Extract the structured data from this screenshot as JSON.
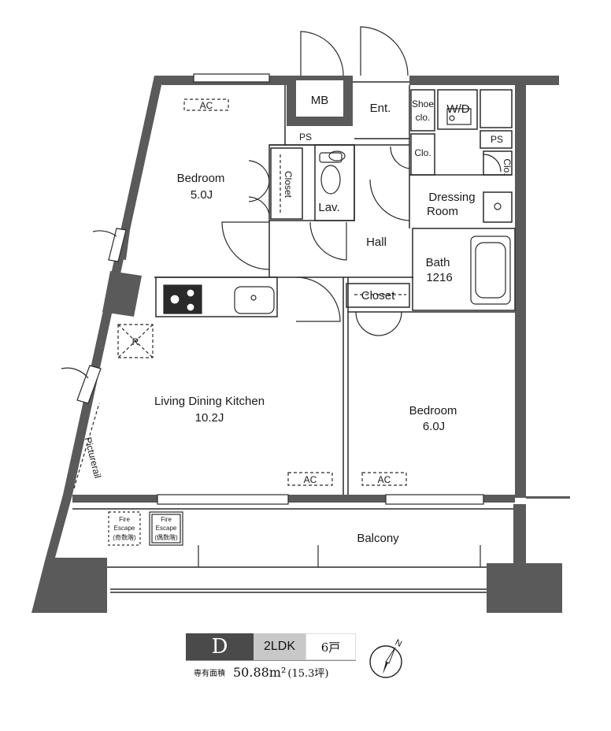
{
  "rooms": {
    "bedroom1_name": "Bedroom",
    "bedroom1_size": "5.0J",
    "bedroom2_name": "Bedroom",
    "bedroom2_size": "6.0J",
    "ldk_name": "Living Dining Kitchen",
    "ldk_size": "10.2J",
    "hall": "Hall",
    "dressing_line1": "Dressing",
    "dressing_line2": "Room",
    "bath_line1": "Bath",
    "bath_line2": "1216",
    "balcony": "Balcony",
    "lav": "Lav.",
    "entrance": "Ent.",
    "mb": "MB",
    "wd": "W/D"
  },
  "storage": {
    "closet_vertical": "Closet",
    "closet_hall": "Closet",
    "shoe_line1": "Shoe",
    "shoe_line2": "clo.",
    "clo": "Clo.",
    "clo_small": "Clo.",
    "ps_top": "PS",
    "ps_right": "PS"
  },
  "fixtures": {
    "ac1": "AC",
    "ac2": "AC",
    "ac3": "AC",
    "range_hood": "R",
    "picture_rail": "Picturerail",
    "fire_escape_1a": "Fire",
    "fire_escape_1b": "Escape",
    "fire_escape_1c": "(奇数階)",
    "fire_escape_2a": "Fire",
    "fire_escape_2b": "Escape",
    "fire_escape_2c": "(偶数階)"
  },
  "compass": "N",
  "unit_info": {
    "type": "D",
    "layout": "2LDK",
    "units": "6戸",
    "area_label": "専有面積",
    "area_value": "50.88m²",
    "area_tsubo": "(15.3坪)"
  },
  "colors": {
    "wall": "#5a5a5a",
    "line": "#2a2a2a",
    "type_bg": "#4a4a4a",
    "layout_bg": "#c8c8c8"
  }
}
